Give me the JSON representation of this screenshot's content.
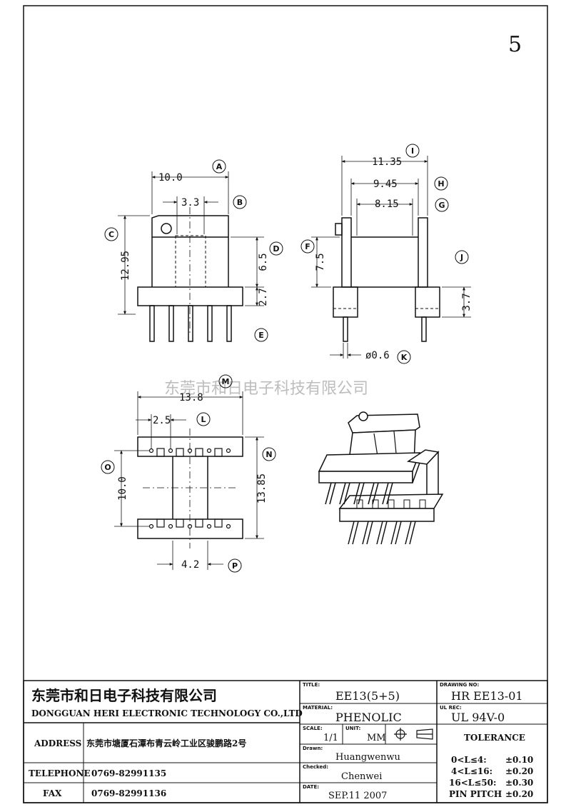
{
  "page_number": "5",
  "watermark": "东莞市和日电子科技有限公司",
  "front_view": {
    "dims": [
      "10.0",
      "3.3",
      "12.95",
      "6.5",
      "2.7"
    ],
    "labels": [
      "A",
      "B",
      "C",
      "D",
      "E"
    ]
  },
  "side_view": {
    "dims": [
      "11.35",
      "9.45",
      "8.15",
      "7.5",
      "3.7",
      "ø0.6"
    ],
    "labels": [
      "I",
      "H",
      "G",
      "F",
      "J",
      "K"
    ]
  },
  "bottom_view": {
    "dims": [
      "13.8",
      "2.5",
      "10.0",
      "13.85",
      "4.2"
    ],
    "labels": [
      "M",
      "L",
      "O",
      "N",
      "P"
    ]
  },
  "title_block": {
    "company_cn": "东莞市和日电子科技有限公司",
    "company_en": "DONGGUAN HERI ELECTRONIC TECHNOLOGY CO.,LTD",
    "address_label": "ADDRESS",
    "address_value": "东莞市塘厦石潭布青云岭工业区骏鹏路2号",
    "telephone_label": "TELEPHONE",
    "telephone_value": "0769-82991135",
    "fax_label": "FAX",
    "fax_value": "0769-82991136",
    "title_label": "TITLE:",
    "title_value": "EE13(5+5)",
    "drawing_no_label": "DRAWING NO:",
    "drawing_no_value": "HR EE13-01",
    "material_label": "MATERIAL:",
    "material_value": "PHENOLIC",
    "ul_rec_label": "UL REC:",
    "ul_rec_value": "UL  94V-0",
    "scale_label": "SCALE:",
    "scale_value": "1/1",
    "unit_label": "UNIT:",
    "unit_value": "MM",
    "drawn_label": "Drawn:",
    "drawn_value": "Huangwenwu",
    "checked_label": "Checked:",
    "checked_value": "Chenwei",
    "date_label": "DATE:",
    "date_value": "SEP.11 2007",
    "tolerance_title": "TOLERANCE",
    "tolerances": [
      {
        "range": "0<L≤4:",
        "value": "±0.10"
      },
      {
        "range": "4<L≤16:",
        "value": "±0.20"
      },
      {
        "range": "16<L≤50:",
        "value": "±0.30"
      },
      {
        "range": "PIN PITCH",
        "value": "±0.20"
      }
    ]
  }
}
